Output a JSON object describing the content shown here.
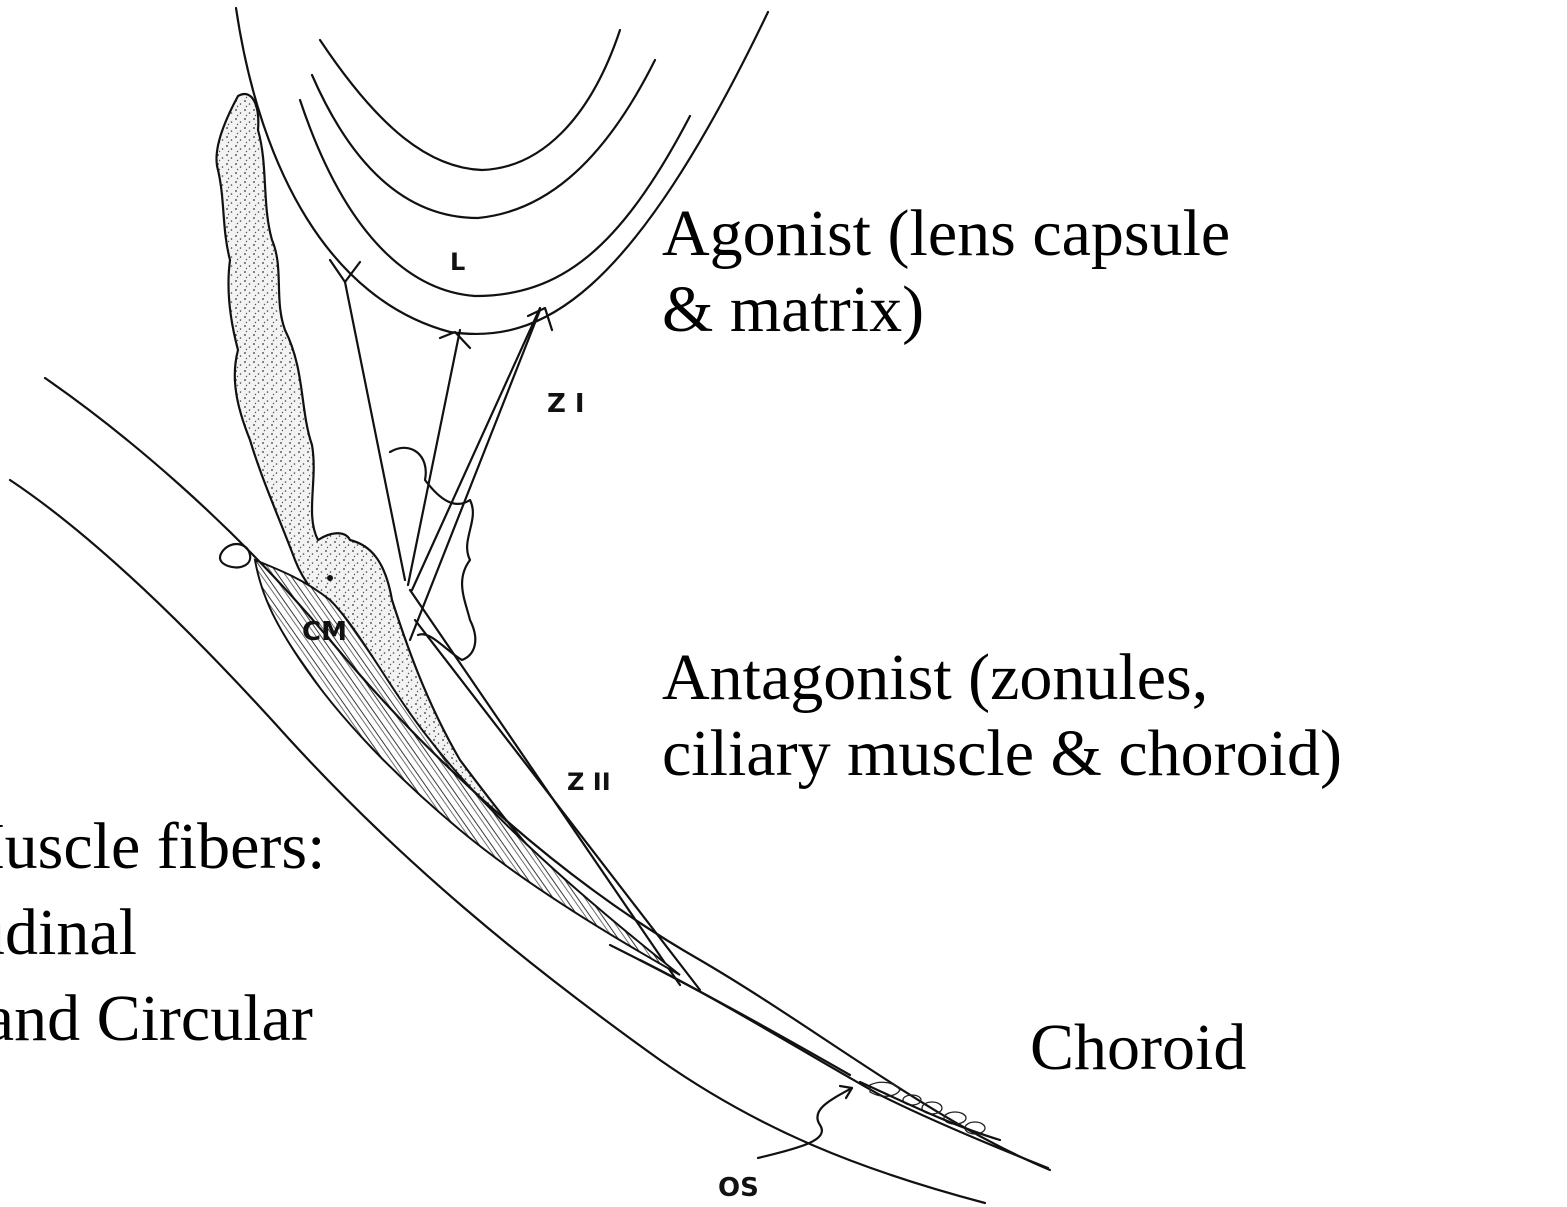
{
  "diagram": {
    "labels": {
      "lens": "L",
      "zonule_1": "Z I",
      "zonule_2": "Z II",
      "ciliary_muscle": "CM",
      "ora_serrata": "OS"
    }
  },
  "captions": {
    "agonist": {
      "line1": "Agonist (lens capsule",
      "line2": "& matrix)"
    },
    "antagonist": {
      "line1": "Antagonist (zonules,",
      "line2": "ciliary muscle & choroid)"
    },
    "muscle_fibers": {
      "line1": "Muscle fibers:",
      "line2": "Longitudinal",
      "line3": "Radial and Circular"
    },
    "choroid": "Choroid"
  }
}
